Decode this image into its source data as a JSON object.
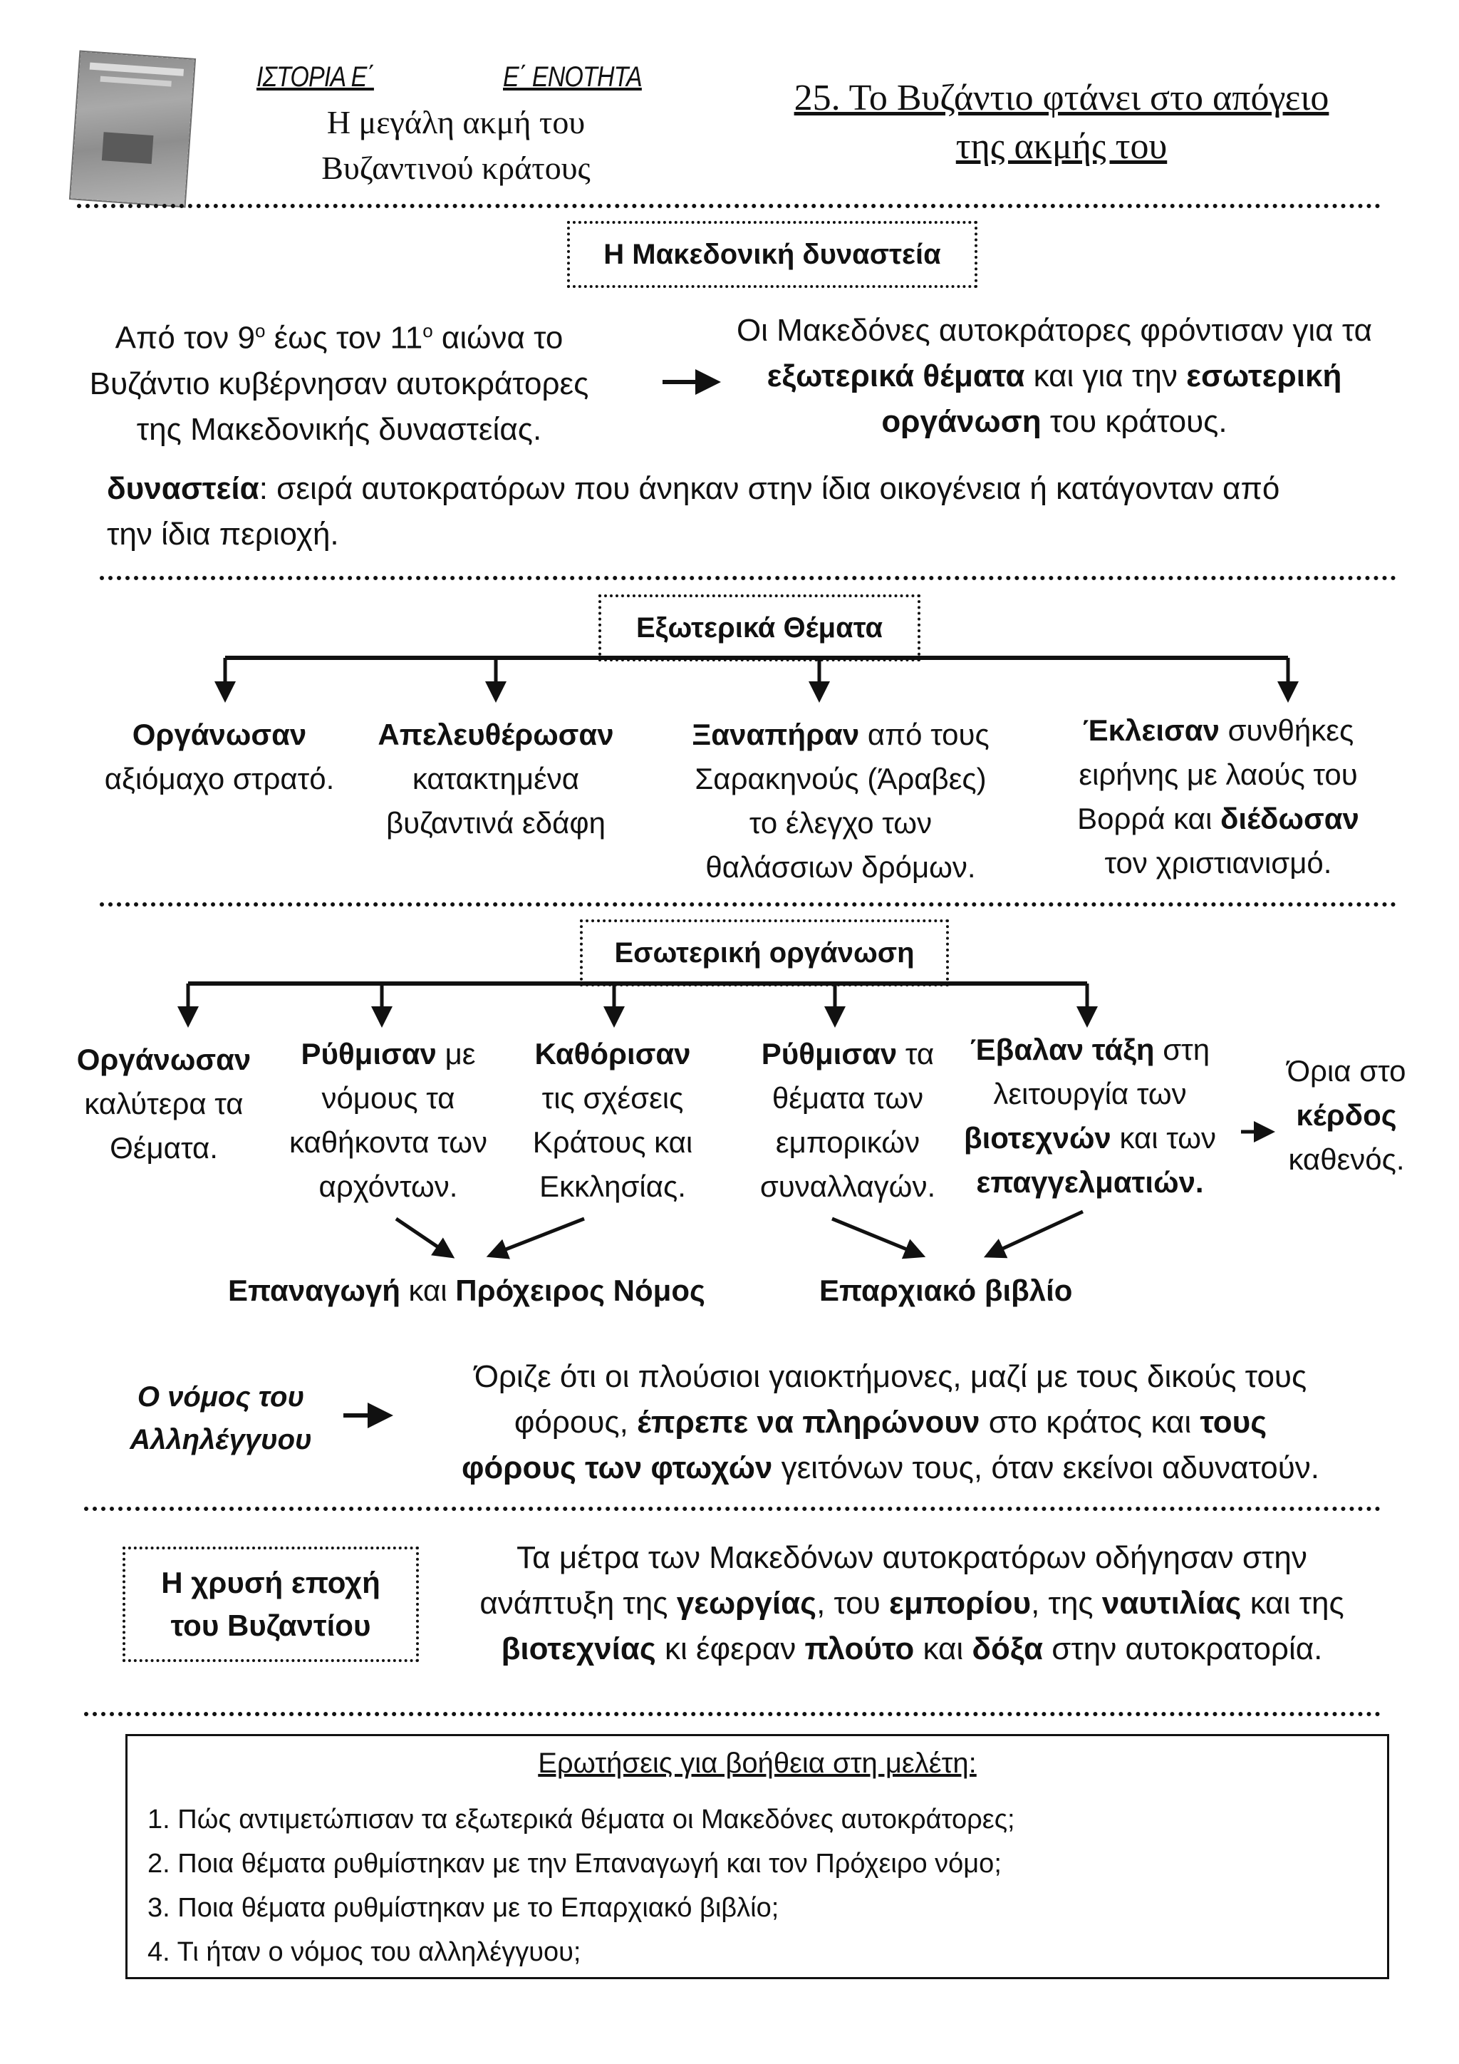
{
  "header": {
    "subject": "ΙΣΤΟΡΙΑ Ε΄",
    "unit": "Ε΄ ΕΝΟΤΗΤΑ",
    "unit_title_line1": "Η μεγάλη ακμή του",
    "unit_title_line2": "Βυζαντινού κράτους",
    "lesson_title_line1": "25. Το Βυζάντιο φτάνει στο απόγειο",
    "lesson_title_line2": "της ακμής του"
  },
  "macedonian": {
    "heading": "Η Μακεδονική δυναστεία",
    "left": {
      "l1a": "Από τον 9",
      "l1sup1": "ο",
      "l1b": " έως τον 11",
      "l1sup2": "ο",
      "l1c": " αιώνα το",
      "l2": "Βυζάντιο κυβέρνησαν αυτοκράτορες",
      "l3": "της Μακεδονικής δυναστείας."
    },
    "right": {
      "l1": "Οι Μακεδόνες αυτοκράτορες φρόντισαν για τα",
      "l2_b1": "εξωτερικά θέματα",
      "l2_t": " και για την ",
      "l2_b2": "εσωτερική",
      "l3_b": "οργάνωση",
      "l3_t": " του κράτους."
    },
    "definition": {
      "term": "δυναστεία",
      "l1": ": σειρά αυτοκρατόρων που άνηκαν στην ίδια οικογένεια ή κατάγονταν από",
      "l2": "την ίδια περιοχή."
    }
  },
  "external": {
    "heading": "Εξωτερικά Θέματα",
    "c1": {
      "b": "Οργάνωσαν",
      "l2": "αξιόμαχο στρατό."
    },
    "c2": {
      "b": "Απελευθέρωσαν",
      "l2": "κατακτημένα",
      "l3": "βυζαντινά εδάφη"
    },
    "c3": {
      "b": "Ξαναπήραν",
      "l1t": " από τους",
      "l2": "Σαρακηνούς (Άραβες)",
      "l3": "το έλεγχο των",
      "l4": "θαλάσσιων δρόμων."
    },
    "c4": {
      "b1": "Έκλεισαν",
      "l1t": " συνθήκες",
      "l2": "ειρήνης με λαούς του",
      "l3t": "Βορρά και ",
      "b2": "διέδωσαν",
      "l4": "τον χριστιανισμό."
    }
  },
  "internal": {
    "heading": "Εσωτερική οργάνωση",
    "c1": {
      "b": "Οργάνωσαν",
      "l2": "καλύτερα τα",
      "l3": "Θέματα."
    },
    "c2": {
      "b": "Ρύθμισαν",
      "l1t": " με",
      "l2": "νόμους τα",
      "l3": "καθήκοντα των",
      "l4": "αρχόντων."
    },
    "c3": {
      "b": "Καθόρισαν",
      "l2": "τις σχέσεις",
      "l3": "Κράτους και",
      "l4": "Εκκλησίας."
    },
    "c4": {
      "b": "Ρύθμισαν",
      "l1t": " τα",
      "l2": "θέματα των",
      "l3": "εμπορικών",
      "l4": "συναλλαγών."
    },
    "c5": {
      "b1": "Έβαλαν τάξη",
      "l1t": " στη",
      "l2": "λειτουργία των",
      "b2": "βιοτεχνών",
      "l3t": " και των",
      "b3": "επαγγελματιών."
    },
    "c6": {
      "l1": "Όρια στο",
      "b": "κέρδος",
      "l3": "καθενός."
    },
    "law1": {
      "b1": "Επαναγωγή",
      "t": " και ",
      "b2": "Πρόχειρος Νόμος"
    },
    "law2": "Επαρχιακό βιβλίο"
  },
  "allilengyon": {
    "label_l1": "Ο νόμος του",
    "label_l2": "Αλληλέγγυου",
    "l1": "Όριζε ότι οι πλούσιοι γαιοκτήμονες, μαζί με τους δικούς τους",
    "l2a": "φόρους, ",
    "l2b": "έπρεπε να πληρώνουν",
    "l2c": " στο κράτος και ",
    "l2d": "τους",
    "l3b": "φόρους των φτωχών",
    "l3t": " γειτόνων τους, όταν εκείνοι αδυνατούν."
  },
  "golden": {
    "label_l1": "Η χρυσή εποχή",
    "label_l2": "του Βυζαντίου",
    "l1": "Τα μέτρα των Μακεδόνων αυτοκρατόρων οδήγησαν στην",
    "l2a": "ανάπτυξη της ",
    "l2b1": "γεωργίας",
    "l2c": ", του ",
    "l2b2": "εμπορίου",
    "l2d": ", της ",
    "l2b3": "ναυτιλίας",
    "l2e": " και της",
    "l3b1": "βιοτεχνίας",
    "l3a": " κι έφεραν ",
    "l3b2": "πλούτο",
    "l3c": " και ",
    "l3b3": "δόξα",
    "l3d": " στην αυτοκρατορία."
  },
  "questions": {
    "title": "Ερωτήσεις για βοήθεια στη μελέτη:",
    "items": [
      "1.  Πώς αντιμετώπισαν τα εξωτερικά θέματα οι Μακεδόνες αυτοκράτορες;",
      "2.  Ποια θέματα ρυθμίστηκαν με την Επαναγωγή και τον Πρόχειρο νόμο;",
      "3.  Ποια θέματα ρυθμίστηκαν με το Επαρχιακό βιβλίο;",
      "4.  Τι ήταν ο νόμος του αλληλέγγυου;"
    ]
  }
}
